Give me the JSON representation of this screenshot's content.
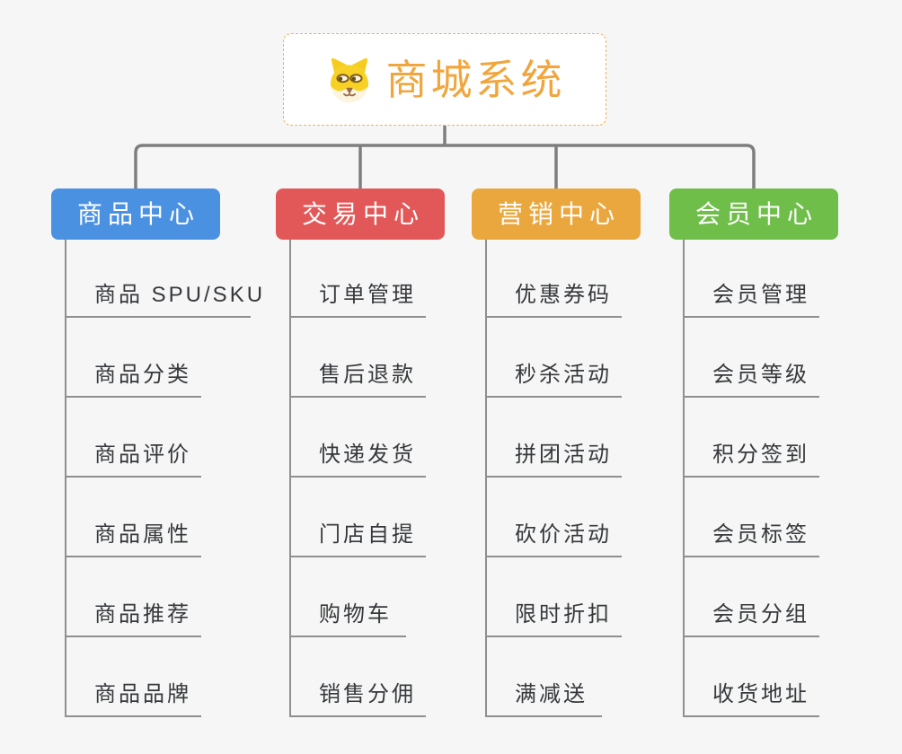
{
  "title": "商城系统",
  "theme": {
    "background": "#f5f6f5",
    "root_border_color": "#f3b056",
    "root_text_color": "#f1a63d",
    "connector_color": "#7e7e7e",
    "item_line_color": "#8f8f8f",
    "item_text_color": "#36383c",
    "node_text_color": "#ffffff"
  },
  "root": {
    "label": "商城系统",
    "icon": "doge-icon"
  },
  "branches": [
    {
      "label": "商品中心",
      "color": "#4b91e2",
      "items": [
        "商品 SPU/SKU",
        "商品分类",
        "商品评价",
        "商品属性",
        "商品推荐",
        "商品品牌"
      ]
    },
    {
      "label": "交易中心",
      "color": "#e25858",
      "items": [
        "订单管理",
        "售后退款",
        "快递发货",
        "门店自提",
        "购物车",
        "销售分佣"
      ]
    },
    {
      "label": "营销中心",
      "color": "#e9a73e",
      "items": [
        "优惠券码",
        "秒杀活动",
        "拼团活动",
        "砍价活动",
        "限时折扣",
        "满减送"
      ]
    },
    {
      "label": "会员中心",
      "color": "#6fbe4a",
      "items": [
        "会员管理",
        "会员等级",
        "积分签到",
        "会员标签",
        "会员分组",
        "收货地址"
      ]
    }
  ]
}
